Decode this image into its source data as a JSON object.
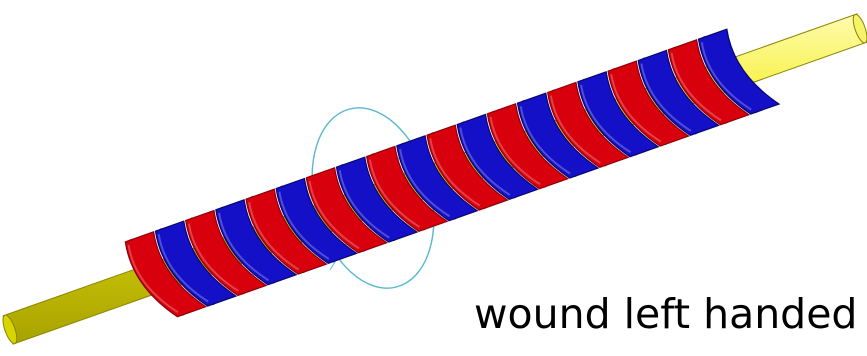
{
  "caption": "wound left handed",
  "colors": {
    "rod": "#e8e600",
    "rod_edge": "#8a8400",
    "coil_red": "#d8000c",
    "coil_red_dark": "#8c0008",
    "coil_blue": "#1410c8",
    "coil_blue_dark": "#08066e",
    "ring": "#58b8d0",
    "caption": "#000000"
  },
  "coil": {
    "turns": 10,
    "winding": "left-handed",
    "strips": [
      "red",
      "blue"
    ]
  }
}
